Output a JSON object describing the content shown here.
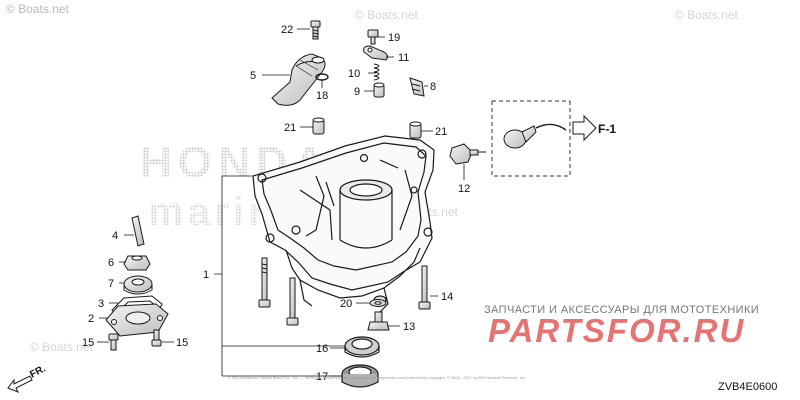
{
  "watermark": {
    "site": "© Boats.net"
  },
  "ghost_logo": {
    "line1": "HONDA",
    "line2": "marine"
  },
  "promo": {
    "tagline": "ЗАПЧАСТИ И АКСЕССУАРЫ ДЛЯ МОТОТЕХНИКИ",
    "brand": "PARTSFOR.RU"
  },
  "diagram": {
    "code": "ZVB4E0600",
    "reference": "F-1",
    "front_label": "FR.",
    "copyright": "© 2014 American Honda Motor Co., Inc. — All Rights Reserved. Parts diagrams are proprietary and protected by copyright. © 2004 - 2017 by ARI Network Services, Inc."
  },
  "callouts": [
    {
      "id": "22",
      "label": "22"
    },
    {
      "id": "19",
      "label": "19"
    },
    {
      "id": "11",
      "label": "11"
    },
    {
      "id": "5",
      "label": "5"
    },
    {
      "id": "10",
      "label": "10"
    },
    {
      "id": "8",
      "label": "8"
    },
    {
      "id": "9",
      "label": "9"
    },
    {
      "id": "18",
      "label": "18"
    },
    {
      "id": "21a",
      "label": "21"
    },
    {
      "id": "21b",
      "label": "21"
    },
    {
      "id": "12",
      "label": "12"
    },
    {
      "id": "4",
      "label": "4"
    },
    {
      "id": "6",
      "label": "6"
    },
    {
      "id": "7",
      "label": "7"
    },
    {
      "id": "1",
      "label": "1"
    },
    {
      "id": "3",
      "label": "3"
    },
    {
      "id": "2",
      "label": "2"
    },
    {
      "id": "15a",
      "label": "15"
    },
    {
      "id": "15b",
      "label": "15"
    },
    {
      "id": "14",
      "label": "14"
    },
    {
      "id": "20",
      "label": "20"
    },
    {
      "id": "13",
      "label": "13"
    },
    {
      "id": "16",
      "label": "16"
    },
    {
      "id": "17",
      "label": "17"
    }
  ]
}
